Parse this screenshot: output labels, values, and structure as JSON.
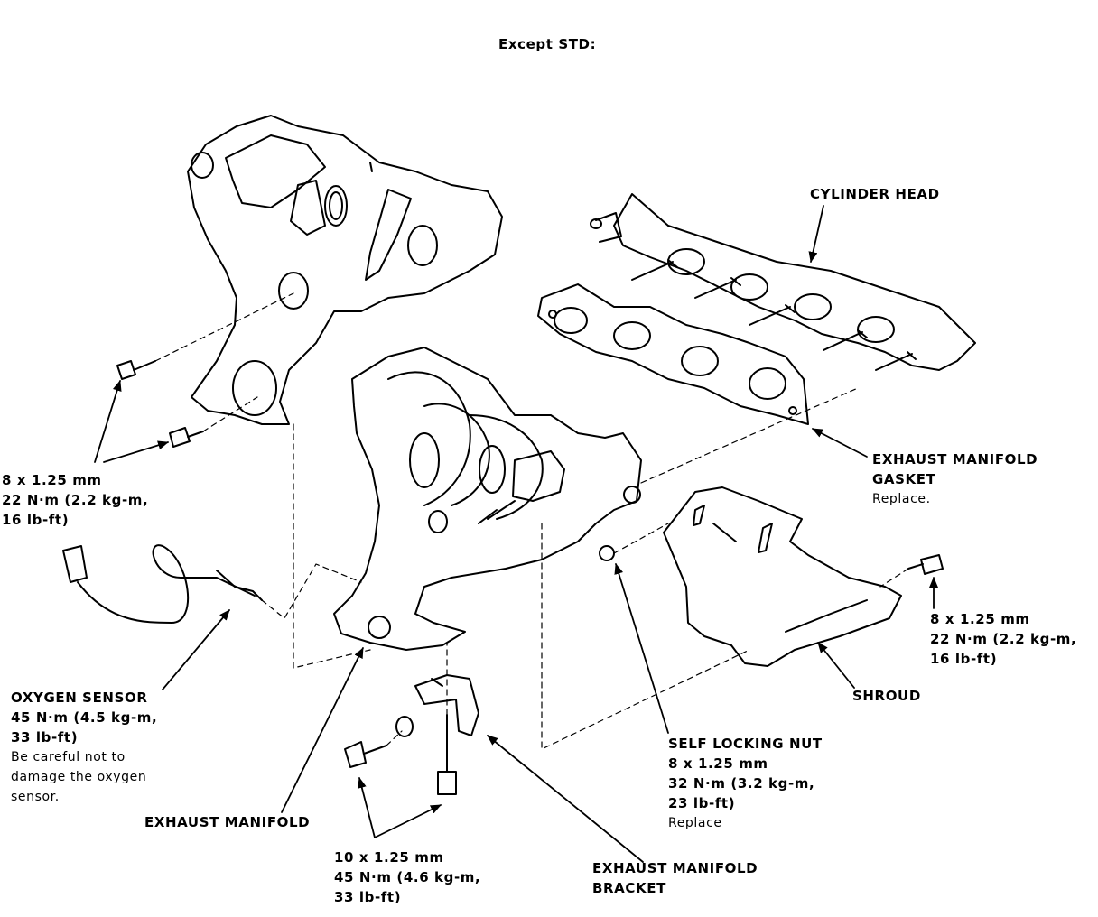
{
  "title": "Except STD:",
  "labels": {
    "cylinder_head": "CYLINDER HEAD",
    "gasket": {
      "name_line1": "EXHAUST MANIFOLD",
      "name_line2": "GASKET",
      "note": "Replace."
    },
    "cover_bolt": {
      "size": "8 x 1.25 mm",
      "torque_line1": "22 N·m (2.2 kg-m,",
      "torque_line2": "16 lb-ft)"
    },
    "shroud_bolt": {
      "size": "8 x 1.25 mm",
      "torque_line1": "22 N·m (2.2 kg-m,",
      "torque_line2": "16 lb-ft)"
    },
    "shroud": "SHROUD",
    "oxygen_sensor": {
      "name": "OXYGEN SENSOR",
      "torque_line1": "45 N·m (4.5 kg-m,",
      "torque_line2": "33 lb-ft)",
      "note_line1": "Be careful not to",
      "note_line2": "damage the oxygen",
      "note_line3": "sensor."
    },
    "self_locking_nut": {
      "name": "SELF LOCKING NUT",
      "size": "8 x 1.25 mm",
      "torque_line1": "32 N·m (3.2 kg-m,",
      "torque_line2": "23 lb-ft)",
      "note": "Replace"
    },
    "exhaust_manifold": "EXHAUST MANIFOLD",
    "bracket_bolt": {
      "size": "10 x 1.25 mm",
      "torque_line1": "45 N·m (4.6 kg-m,",
      "torque_line2": "33 lb-ft)"
    },
    "bracket": {
      "name_line1": "EXHAUST MANIFOLD",
      "name_line2": "BRACKET"
    }
  },
  "colors": {
    "ink": "#000000",
    "paper": "#ffffff"
  }
}
